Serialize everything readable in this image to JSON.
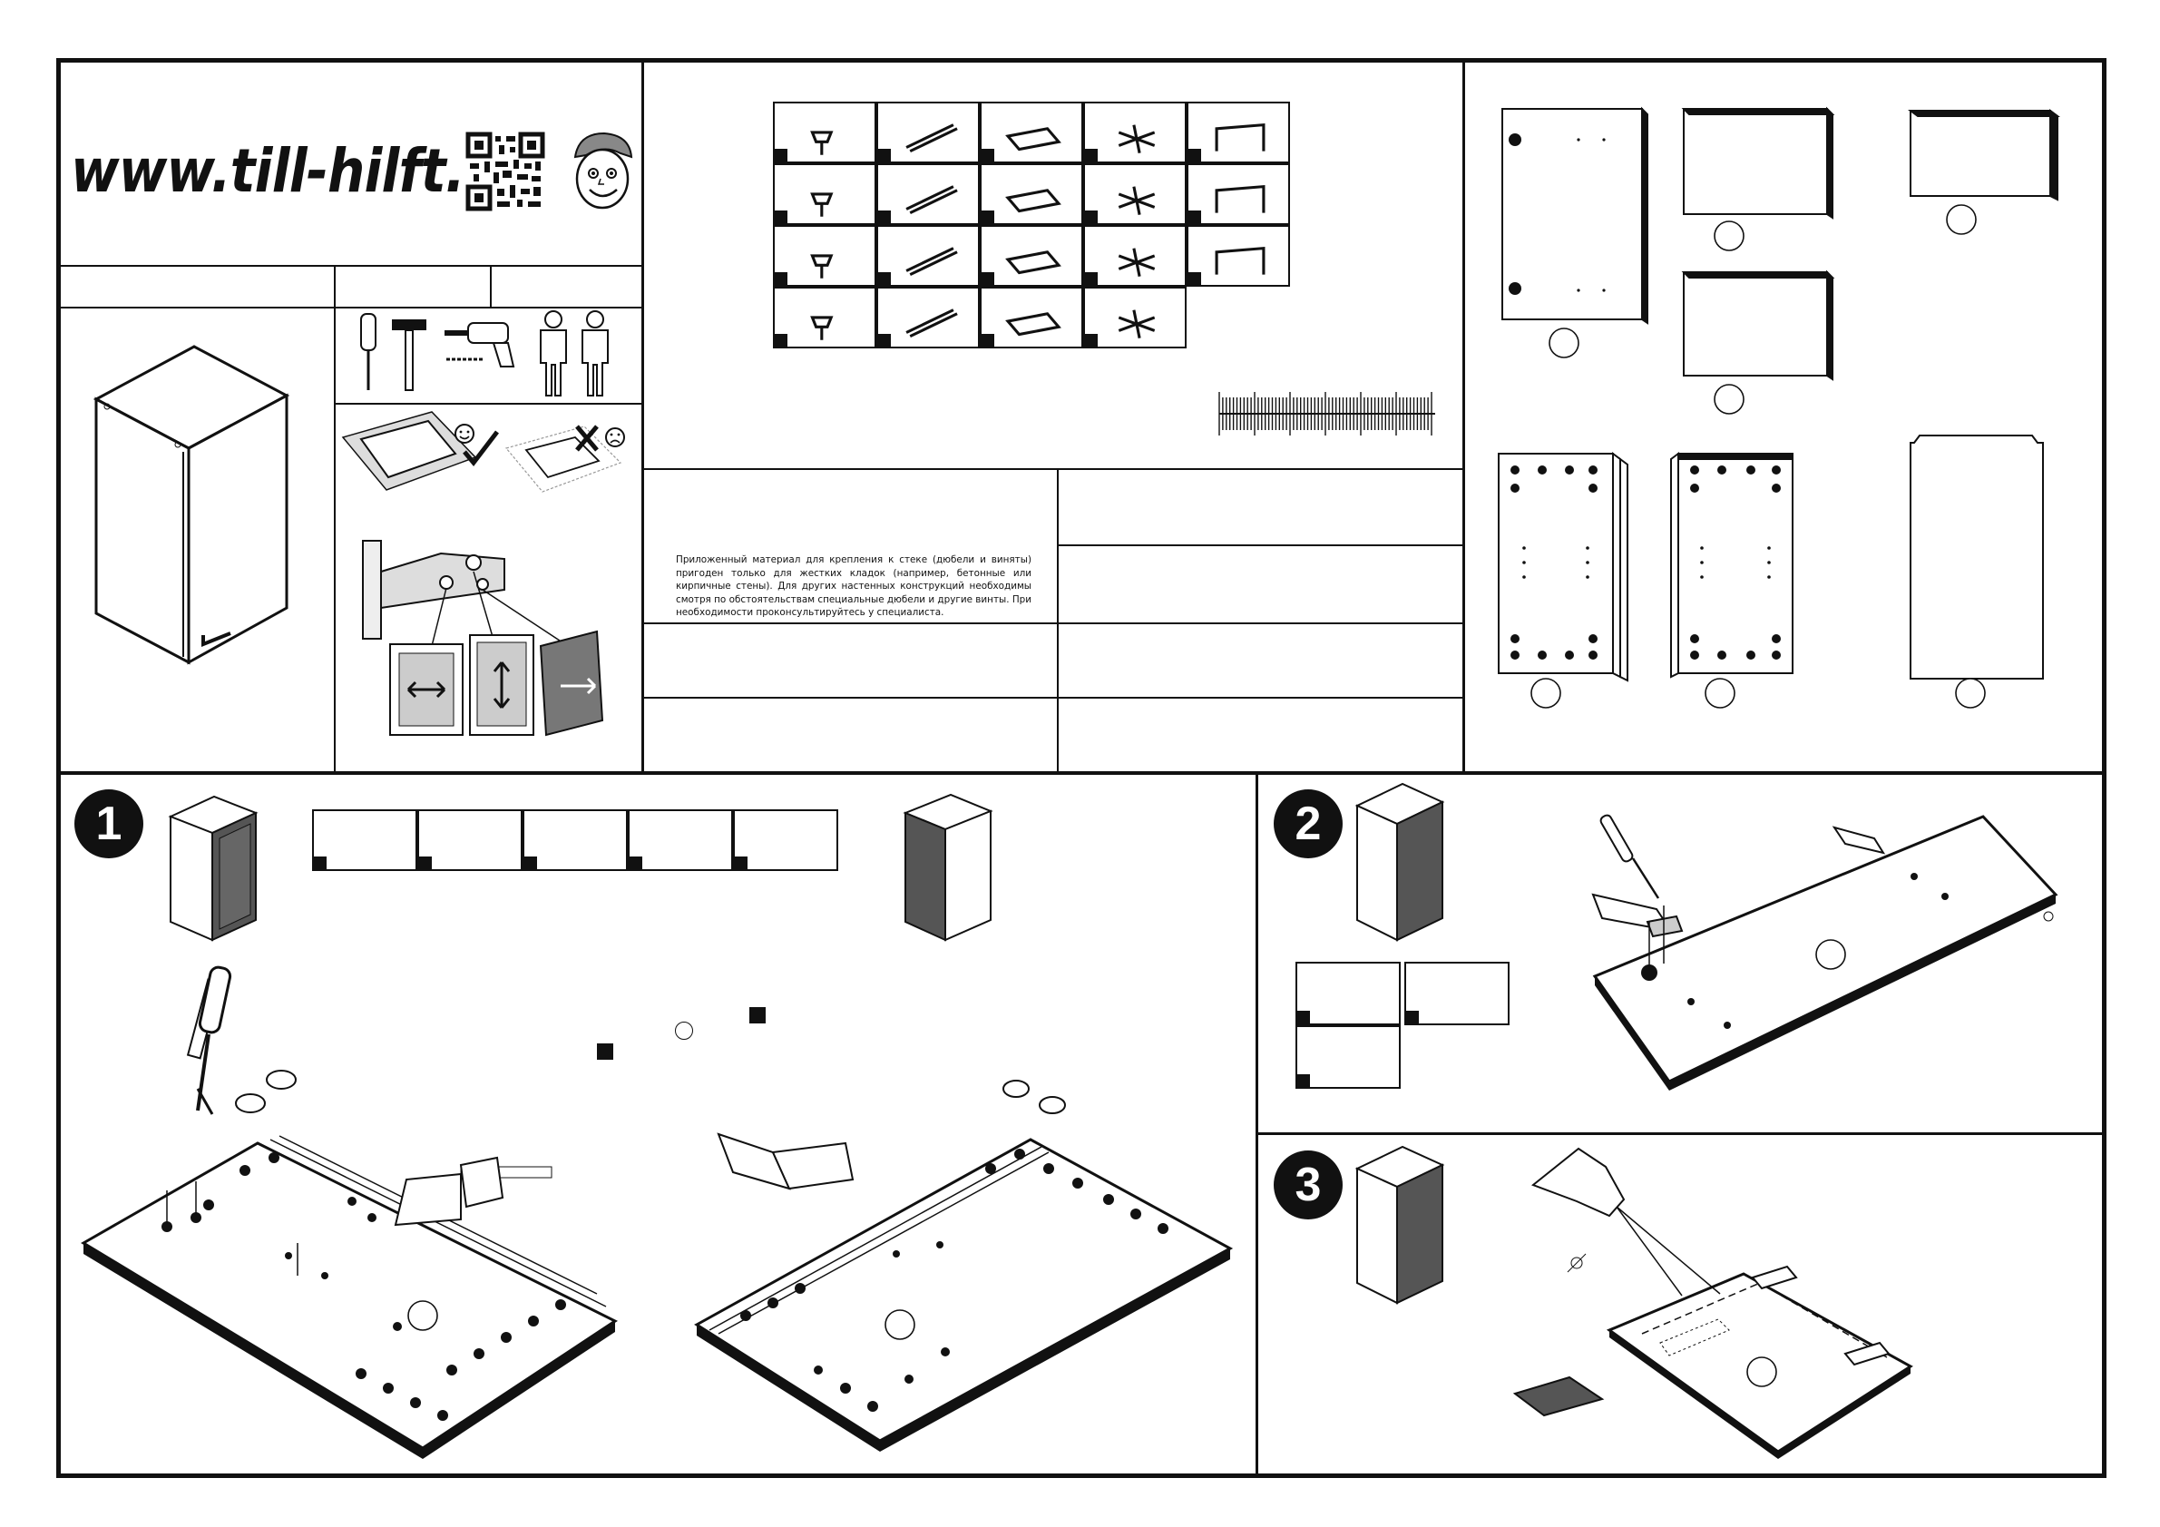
{
  "header": {
    "website": "www.till-hilft.de"
  },
  "notice": {
    "text": "Приложенный материал для крепления к стеке (дюбели и виняты) пригоден только для жестких кладок (например, бетонные или кирпичные стены). Для других настенных конструкций необходимы смотря по обстоятельствам специальные дюбели и другие винты. При необходимости проконсультируйтесь у специалиста."
  },
  "steps": [
    {
      "number": "1"
    },
    {
      "number": "2"
    },
    {
      "number": "3"
    }
  ],
  "icons": {
    "qr": "qr-code-icon",
    "mascot": "mascot-face-icon",
    "tools": [
      "screwdriver-icon",
      "hammer-icon",
      "drill-icon",
      "two-persons-icon"
    ],
    "approval": [
      "smile-check-icon",
      "frown-cross-icon"
    ]
  },
  "colors": {
    "line": "#111111",
    "panel_dark": "#555555",
    "panel_mid": "#888888"
  }
}
